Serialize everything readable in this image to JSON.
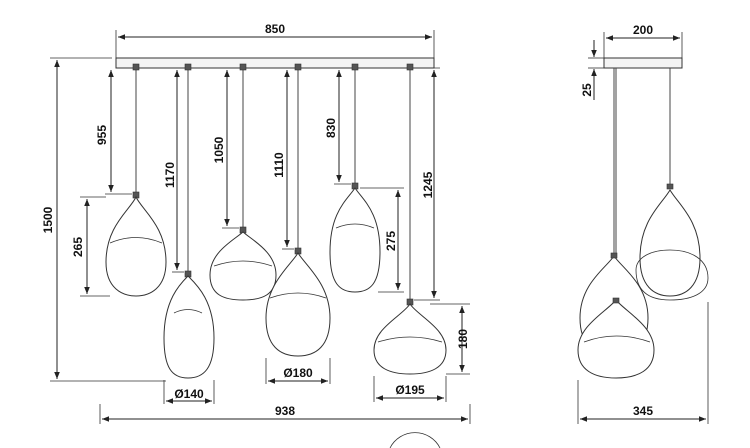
{
  "dimensions": {
    "canopy_width": "850",
    "canopy_depth": "200",
    "canopy_height": "25",
    "total_height": "1500",
    "cable_1": "955",
    "cable_2": "1170",
    "cable_3": "1050",
    "cable_4": "1110",
    "cable_5": "830",
    "cable_6": "1245",
    "shade_1_height": "265",
    "shade_5_height": "275",
    "shade_6_height": "180",
    "diameter_small": "Ø140",
    "diameter_medium": "Ø180",
    "diameter_large": "Ø195",
    "overall_width": "938",
    "side_width": "345"
  }
}
